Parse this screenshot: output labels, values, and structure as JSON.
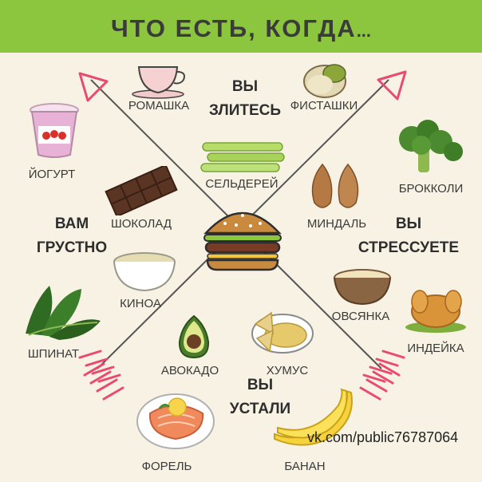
{
  "header": {
    "title": "ЧТО ЕСТЬ, КОГДА",
    "title_dots": "...",
    "bg_color": "#8cc63f"
  },
  "moods": {
    "angry": [
      "ВЫ",
      "ЗЛИТЕСЬ"
    ],
    "sad": [
      "ВАМ",
      "ГРУСТНО"
    ],
    "stressed": [
      "ВЫ",
      "СТРЕССУЕТЕ"
    ],
    "tired": [
      "ВЫ",
      "УСТАЛИ"
    ]
  },
  "foods": {
    "chamomile": "РОМАШКА",
    "pistachios": "ФИСТАШКИ",
    "yogurt": "ЙОГУРТ",
    "celery": "СЕЛЬДЕРЕЙ",
    "broccoli": "БРОККОЛИ",
    "chocolate": "ШОКОЛАД",
    "almond": "МИНДАЛЬ",
    "quinoa": "КИНОА",
    "oatmeal": "ОВСЯНКА",
    "spinach": "ШПИНАТ",
    "turkey": "ИНДЕЙКА",
    "avocado": "АВОКАДО",
    "hummus": "ХУМУС",
    "trout": "ФОРЕЛЬ",
    "banana": "БАНАН"
  },
  "source_link": "vk.com/public76787064",
  "colors": {
    "arrow_line": "#555555",
    "arrow_head": "#e94a6f",
    "page_bg": "#f7f2e4"
  }
}
